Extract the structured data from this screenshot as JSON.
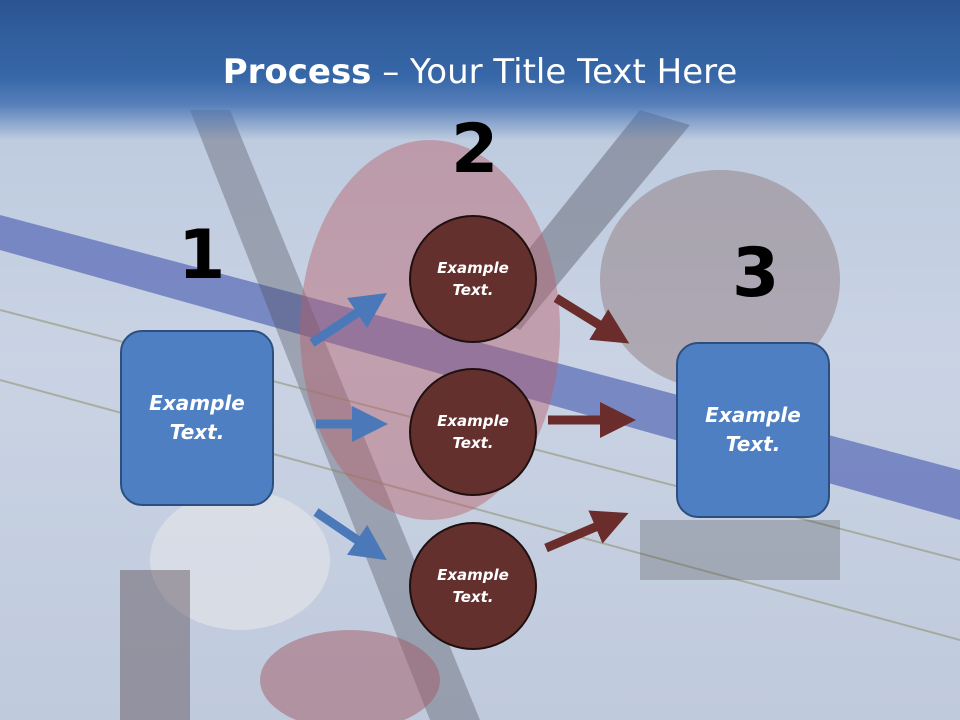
{
  "slide": {
    "title_bold": "Process",
    "title_rest": " – Your Title Text Here"
  },
  "steps": {
    "one": "1",
    "two": "2",
    "three": "3"
  },
  "left_box": {
    "line1": "Example",
    "line2": "Text."
  },
  "right_box": {
    "line1": "Example",
    "line2": "Text."
  },
  "circles": [
    {
      "line1": "Example",
      "line2": "Text."
    },
    {
      "line1": "Example",
      "line2": "Text."
    },
    {
      "line1": "Example",
      "line2": "Text."
    }
  ],
  "colors": {
    "header": "#2b5592",
    "box_fill": "#4d7fc2",
    "circle_fill": "#64302e",
    "blue_arrow": "#4a78b8",
    "red_arrow": "#6a2d2b"
  }
}
